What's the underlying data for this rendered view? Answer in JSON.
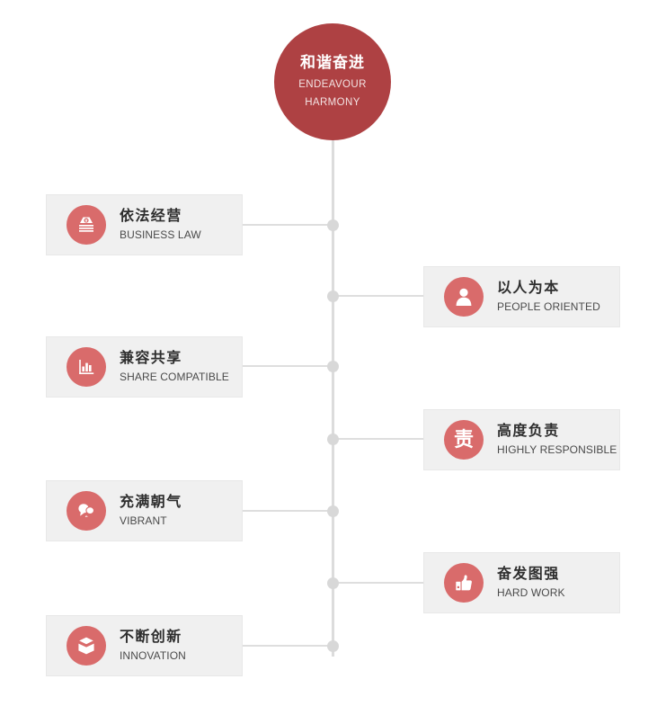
{
  "diagram": {
    "hub": {
      "title_cn": "和谐奋进",
      "title_en_line1": "ENDEAVOUR",
      "title_en_line2": "HARMONY",
      "color": "#ae4143"
    },
    "palette": {
      "hub_red": "#ae4143",
      "icon_red": "#d96b6b",
      "box_bg": "#f0f0f0",
      "box_border": "#e8e8e8",
      "line_gray": "#dedede",
      "node_gray": "#d8d8d8",
      "title_text": "#2e2e2e",
      "sub_text": "#4a4a4a"
    },
    "items": [
      {
        "side": "left",
        "icon": "money-stack-icon",
        "title_cn": "依法经营",
        "title_en": "BUSINESS LAW"
      },
      {
        "side": "right",
        "icon": "person-icon",
        "title_cn": "以人为本",
        "title_en": "PEOPLE ORIENTED"
      },
      {
        "side": "left",
        "icon": "bar-chart-icon",
        "title_cn": "兼容共享",
        "title_en": "SHARE COMPATIBLE"
      },
      {
        "side": "right",
        "icon": "responsibility-char-icon",
        "icon_char": "责",
        "title_cn": "高度负责",
        "title_en": "HIGHLY RESPONSIBLE"
      },
      {
        "side": "left",
        "icon": "speech-bubbles-icon",
        "title_cn": "充满朝气",
        "title_en": "VIBRANT"
      },
      {
        "side": "right",
        "icon": "thumbs-up-icon",
        "title_cn": "奋发图强",
        "title_en": "HARD WORK"
      },
      {
        "side": "left",
        "icon": "open-box-icon",
        "title_cn": "不断创新",
        "title_en": "INNOVATION"
      }
    ]
  }
}
